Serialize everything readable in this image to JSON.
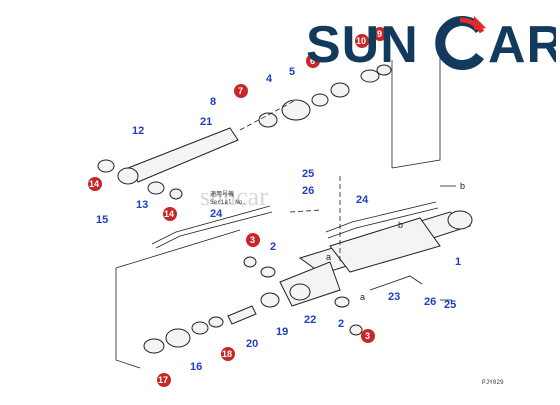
{
  "logo": {
    "text_a": "SUN",
    "text_b": "AR"
  },
  "watermark": "suncar",
  "footer_code": "PJY029",
  "serial_text_a": "適用号機",
  "serial_text_b": "Serial No.",
  "arrow_labels": {
    "a1": "a",
    "b1": "b",
    "b2": "b",
    "a2": "a"
  },
  "blue_labels": [
    "1",
    "2",
    "2",
    "4",
    "5",
    "8",
    "12",
    "13",
    "15",
    "16",
    "19",
    "20",
    "21",
    "22",
    "23",
    "24",
    "24",
    "25",
    "25",
    "26",
    "26"
  ],
  "red_labels": [
    "3",
    "3",
    "6",
    "7",
    "9",
    "10",
    "14",
    "14",
    "17",
    "18"
  ],
  "colors": {
    "accent": "#1f3fbf",
    "marker": "#c62828",
    "brand": "#123a5c",
    "brand_accent": "#e02b2b"
  }
}
